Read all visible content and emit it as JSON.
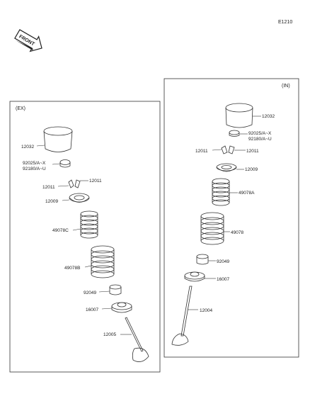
{
  "page_code": "E1210",
  "front_marker": "FRONT",
  "panels": {
    "exhaust": {
      "label": "(EX)",
      "parts": {
        "lifter": "12032",
        "shim": [
          "92025/A~X",
          "92180/A~U"
        ],
        "keeper": "12011",
        "keeper_left": "12011",
        "retainer": "12009",
        "spring_inner": "49078C",
        "spring_outer": "49078B",
        "seal": "92049",
        "seat": "16007",
        "valve": "12005"
      }
    },
    "intake": {
      "label": "(IN)",
      "parts": {
        "lifter": "12032",
        "shim": [
          "92025/A~X",
          "92180/A~U"
        ],
        "keeper_left": "12011",
        "keeper": "12011",
        "retainer": "12009",
        "spring_inner": "49078A",
        "spring_outer": "49078",
        "seal": "92049",
        "seat": "16007",
        "valve": "12004"
      }
    }
  }
}
